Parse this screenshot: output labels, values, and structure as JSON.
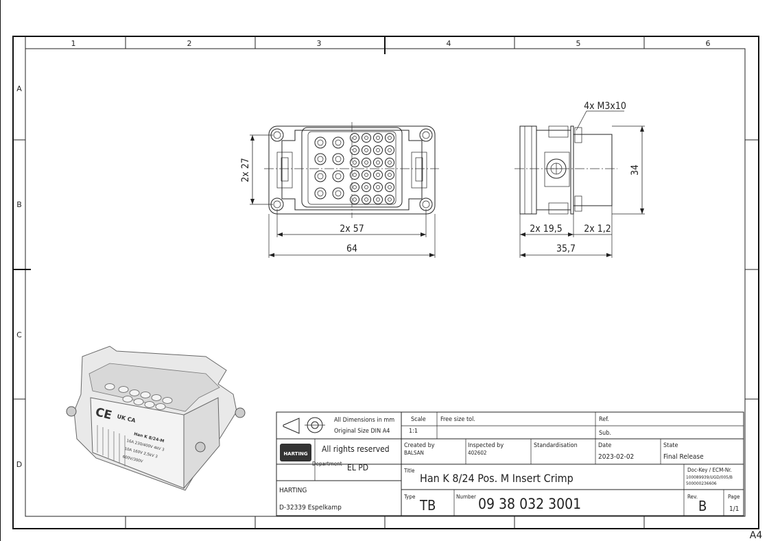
{
  "frame": {
    "columns": [
      "1",
      "2",
      "3",
      "4",
      "5",
      "6"
    ],
    "rows": [
      "A",
      "B",
      "C",
      "D"
    ],
    "sheet_size": "A4"
  },
  "dimensions": {
    "screw_callout": "4x M3x10",
    "front_height": "2x 27",
    "front_inner_width": "2x 57",
    "front_total_width": "64",
    "side_height": "34",
    "side_width_a": "2x 19,5",
    "side_width_b": "2x 1,2",
    "side_total_width": "35,7"
  },
  "product_marking": {
    "ce": "CE",
    "ukca": "UK CA",
    "model": "Han K 8/24-M",
    "rating_1": "16A 230/400V 4kV 3",
    "rating_2": "10A 160V 2,5kV 3",
    "rating_3": "600V/300V"
  },
  "title_block": {
    "dims_note_1": "All Dimensions in mm",
    "dims_note_2": "Original Size DIN A4",
    "scale_label": "Scale",
    "scale_value": "1:1",
    "free_size": "Free size tol.",
    "ref_label": "Ref.",
    "sub_label": "Sub.",
    "rights": "All rights reserved",
    "logo_text": "HARTING",
    "created_label": "Created by",
    "created_value": "BALSAN",
    "inspected_label": "Inspected by",
    "inspected_value": "402602",
    "standardisation_label": "Standardisation",
    "date_label": "Date",
    "date_value": "2023-02-02",
    "state_label": "State",
    "state_value": "Final Release",
    "department_label": "Department",
    "department_value": "EL PD",
    "title_label": "Title",
    "title_value": "Han K 8/24 Pos. M Insert Crimp",
    "doc_key_label": "Doc-Key / ECM-Nr.",
    "doc_key_1": "100089939/UGD/005/B",
    "doc_key_2": "500000236606",
    "company": "HARTING",
    "address": "D-32339 Espelkamp",
    "type_label": "Type",
    "type_value": "TB",
    "number_label": "Number",
    "number_value": "09 38 032 3001",
    "rev_label": "Rev.",
    "rev_value": "B",
    "page_label": "Page",
    "page_value": "1/1"
  }
}
